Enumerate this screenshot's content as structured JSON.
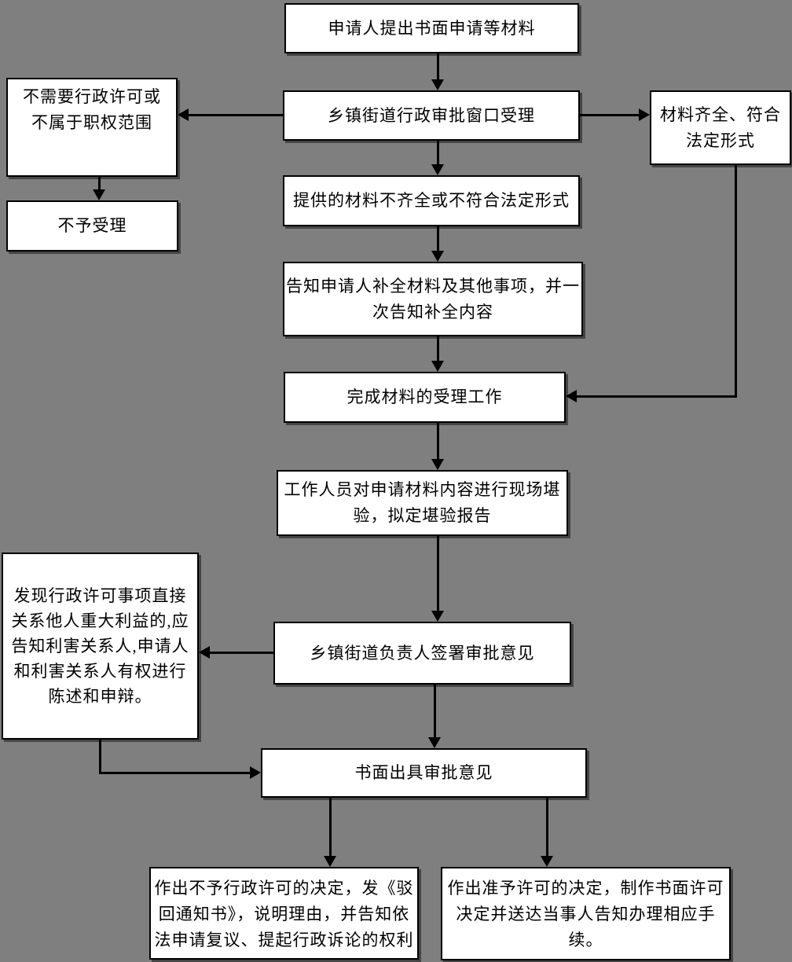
{
  "colors": {
    "background": "#7f7f7f",
    "node_fill": "#ffffff",
    "node_border": "#000000",
    "connector": "#000000"
  },
  "flowchart": {
    "type": "flowchart",
    "nodes": {
      "apply": "申请人提出书面申请等材料",
      "accept_window": "乡镇街道行政审批窗口受理",
      "no_need": "不需要行政许可或\n不属于职权范围",
      "not_accept": "不予受理",
      "complete": "材料齐全、符合\n法定形式",
      "incomplete": "提供的材料不齐全或不符合法定形式",
      "inform": "告知申请人补全材料及其他事项，并一\n次告知补全内容",
      "finish_accept": "完成材料的受理工作",
      "site_inspect": "工作人员对申请材料内容进行现场堪\n验，拟定堪验报告",
      "notify_interested": "发现行政许可事项直接\n关系他人重大利益的,应\n告知利害关系人,申请人\n和利害关系人有权进行\n陈述和申辩。",
      "sign": "乡镇街道负责人签署审批意见",
      "written_opinion": "书面出具审批意见",
      "reject": "作出不予行政许可的决定，发《驳\n回通知书》，说明理由，并告知依\n法申请复议、提起行政诉论的权利",
      "approve": "作出准予许可的决定，制作书面许可\n决定并送达当事人告知办理相应手\n续。"
    }
  }
}
